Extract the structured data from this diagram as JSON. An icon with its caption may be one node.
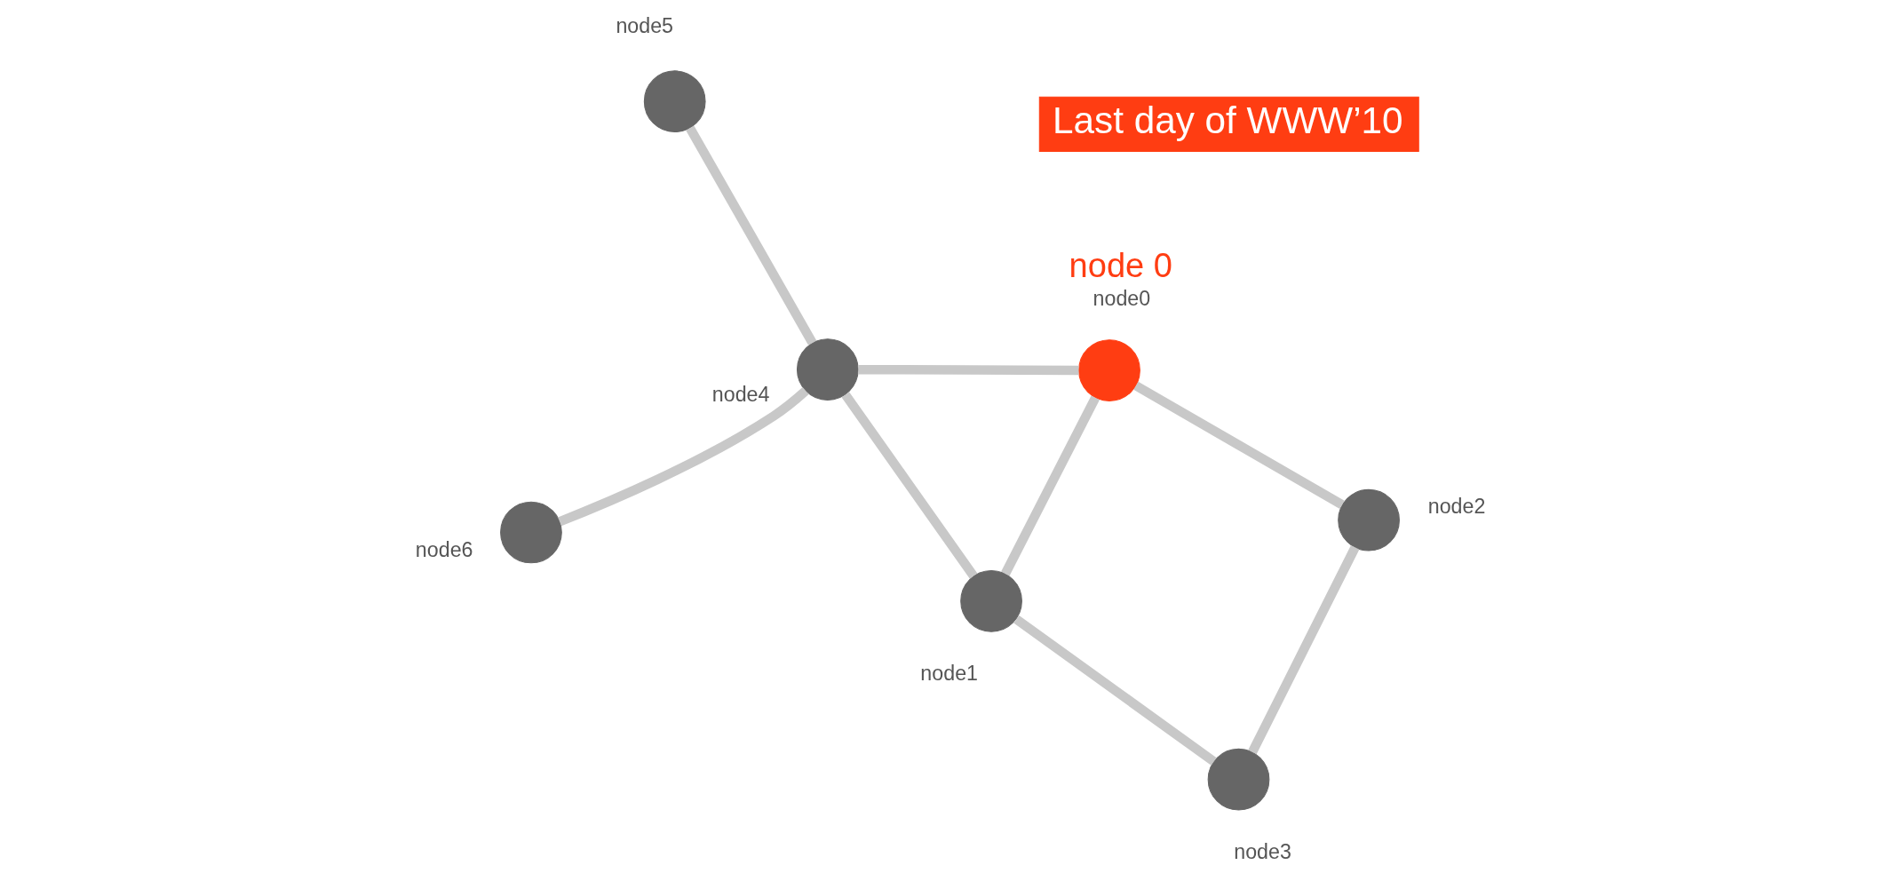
{
  "diagram": {
    "nodes": [
      {
        "text": [
          "node6"
        ]
      },
      {
        "text": [
          "node1"
        ]
      },
      {
        "text": [
          "Last day of WWW’10"
        ]
      },
      {
        "text": [
          "node4"
        ]
      },
      {
        "text": [
          "node0"
        ],
        "beside": [
          "node 0"
        ]
      },
      {
        "text": [
          "node3"
        ]
      },
      {
        "text": [
          "node5"
        ]
      },
      {
        "text": [
          "node2"
        ]
      }
    ],
    "edges": [
      {
        "from": 0,
        "to": 3,
        "arrow": "none"
      },
      {
        "from": 3,
        "to": 1,
        "arrow": "none"
      },
      {
        "from": 3,
        "to": 4,
        "arrow": "none"
      },
      {
        "from": 3,
        "to": 6,
        "arrow": "none"
      },
      {
        "from": 1,
        "to": 4,
        "arrow": "none"
      },
      {
        "from": 1,
        "to": 5,
        "arrow": "none"
      },
      {
        "from": 4,
        "to": 7,
        "arrow": "none"
      },
      {
        "from": 7,
        "to": 5,
        "arrow": "none"
      }
    ]
  }
}
